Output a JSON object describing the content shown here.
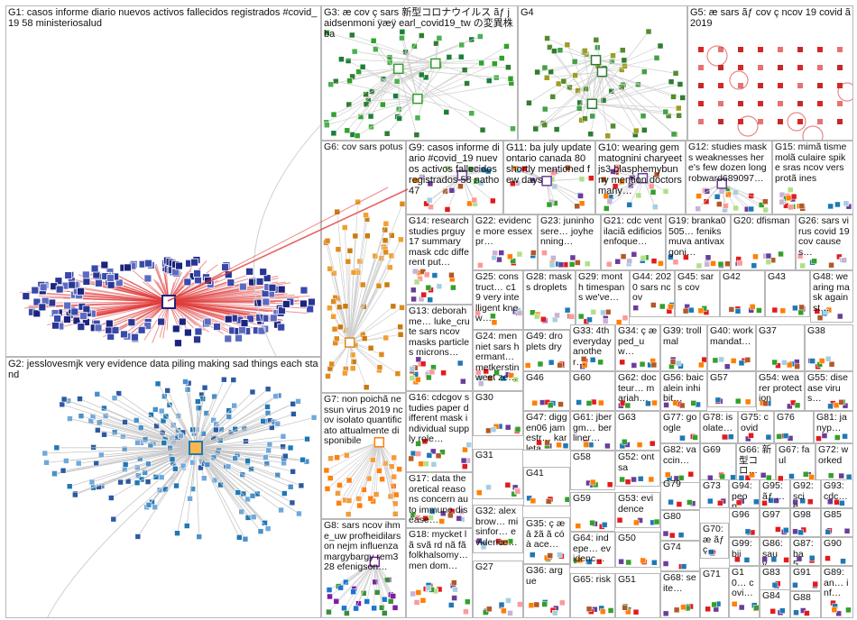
{
  "graph": {
    "groups": [
      {
        "id": "G1",
        "label": "G1: casos informe diario nuevos activos fallecidos registrados #covid_19 58 ministeriosalud"
      },
      {
        "id": "G2",
        "label": "G2: jesslovesmjk very evidence data piling making sad things each stand"
      },
      {
        "id": "G3",
        "label": "G3: æ cov ç sars 新型コロナウイルス ãƒ jaidsenmoni ÿæÿ earl_covid19_tw の変異株 ba"
      },
      {
        "id": "G4",
        "label": "G4"
      },
      {
        "id": "G5",
        "label": "G5: æ sars ãƒ cov ç ncov 19 covid ã 2019"
      },
      {
        "id": "G6",
        "label": "G6: cov sars potus"
      },
      {
        "id": "G7",
        "label": "G7: non poichã nessun virus 2019 ncov isolato quantificato attualmente disponibile"
      },
      {
        "id": "G8",
        "label": "G8: sars ncov ihme_uw profheidilarson nejm influenza margybargy rem328 efenigson…"
      },
      {
        "id": "G9",
        "label": "G9: casos informe diario #covid_19 nuevos activos fallecidos registrados 58 natho47"
      },
      {
        "id": "G10",
        "label": "G10: wearing gemmatognini charyeetjs3 blasphemybunny mention doctors many…"
      },
      {
        "id": "G11",
        "label": "G11: ba july update ontario canada 80 shortly mentioned few days"
      },
      {
        "id": "G12",
        "label": "G12: studies masks weaknesses here's few dozen long robward689097…"
      },
      {
        "id": "G13",
        "label": "G13: deborahme… luke_crute sars ncov masks particles microns…"
      },
      {
        "id": "G14",
        "label": "G14: research studies prguy17 summary mask cdc different put…"
      },
      {
        "id": "G15",
        "label": "G15: mimã tisme molã culaire spike sras ncov vers protã ines"
      },
      {
        "id": "G16",
        "label": "G16: cdcgov studies paper different mask individual supply role…"
      },
      {
        "id": "G17",
        "label": "G17: data theoretical reasons concern auto immune disease…"
      },
      {
        "id": "G18",
        "label": "G18: mycket lã svã rd nã fã folkhalsomy… men dom…"
      },
      {
        "id": "G19",
        "label": "G19: branka0505… feniksmuva antivaxgoni…"
      },
      {
        "id": "G20",
        "label": "G20: dfisman"
      },
      {
        "id": "G21",
        "label": "G21: cdc ventilaciã edificios enfoque…"
      },
      {
        "id": "G22",
        "label": "G22: evidence more essexpr…"
      },
      {
        "id": "G23",
        "label": "G23: juninhosere… joyhenning…"
      },
      {
        "id": "G24",
        "label": "G24: men niet sars hermant… metkerstin weet ze…"
      },
      {
        "id": "G25",
        "label": "G25: construct… c19 very intelligent knew…"
      },
      {
        "id": "G26",
        "label": "G26: sars virus covid 19 cov causes…"
      },
      {
        "id": "G27",
        "label": "G27"
      },
      {
        "id": "G28",
        "label": "G28: masks droplets"
      },
      {
        "id": "G29",
        "label": "G29: month timespans we've…"
      },
      {
        "id": "G30",
        "label": "G30"
      },
      {
        "id": "G31",
        "label": "G31"
      },
      {
        "id": "G32",
        "label": "G32: alexbrow… misinfor… evidence…"
      },
      {
        "id": "G33",
        "label": "G33: 4th everyday another…"
      },
      {
        "id": "G34",
        "label": "G34: ç æ ped_uw…"
      },
      {
        "id": "G35",
        "label": "G35: ç æ â žã ã cóà ace…"
      },
      {
        "id": "G36",
        "label": "G36: argue"
      },
      {
        "id": "G37",
        "label": "G37"
      },
      {
        "id": "G38",
        "label": "G38"
      },
      {
        "id": "G39",
        "label": "G39: troll mal"
      },
      {
        "id": "G40",
        "label": "G40: work mandat…"
      },
      {
        "id": "G41",
        "label": "G41"
      },
      {
        "id": "G42",
        "label": "G42"
      },
      {
        "id": "G43",
        "label": "G43"
      },
      {
        "id": "G44",
        "label": "G44: 2020 sars ncov"
      },
      {
        "id": "G45",
        "label": "G45: sars cov"
      },
      {
        "id": "G46",
        "label": "G46"
      },
      {
        "id": "G47",
        "label": "G47: diggen06 jamestr… karleta"
      },
      {
        "id": "G48",
        "label": "G48: wearing mask against…"
      },
      {
        "id": "G49",
        "label": "G49: droplets dry"
      },
      {
        "id": "G50",
        "label": "G50"
      },
      {
        "id": "G51",
        "label": "G51"
      },
      {
        "id": "G52",
        "label": "G52: ont sa"
      },
      {
        "id": "G53",
        "label": "G53: evidence"
      },
      {
        "id": "G54",
        "label": "G54: wearer protection"
      },
      {
        "id": "G55",
        "label": "G55: disease virus…"
      },
      {
        "id": "G56",
        "label": "G56: baicalein inhibit…"
      },
      {
        "id": "G57",
        "label": "G57"
      },
      {
        "id": "G58",
        "label": "G58"
      },
      {
        "id": "G59",
        "label": "G59"
      },
      {
        "id": "G60",
        "label": "G60"
      },
      {
        "id": "G61",
        "label": "G61: jbergm… berliner…"
      },
      {
        "id": "G62",
        "label": "G62: docteur… mariah…"
      },
      {
        "id": "G63",
        "label": "G63"
      },
      {
        "id": "G64",
        "label": "G64: indepe… evidenc…"
      },
      {
        "id": "G65",
        "label": "G65: risk"
      },
      {
        "id": "G66",
        "label": "G66: 新型コロ…"
      },
      {
        "id": "G67",
        "label": "G67: faul"
      },
      {
        "id": "G68",
        "label": "G68: seite…"
      },
      {
        "id": "G69",
        "label": "G69"
      },
      {
        "id": "G70",
        "label": "G70: æ ãƒ ç…"
      },
      {
        "id": "G71",
        "label": "G71"
      },
      {
        "id": "G72",
        "label": "G72: worked"
      },
      {
        "id": "G73",
        "label": "G73"
      },
      {
        "id": "G74",
        "label": "G74"
      },
      {
        "id": "G75",
        "label": "G75: covid"
      },
      {
        "id": "G76",
        "label": "G76"
      },
      {
        "id": "G77",
        "label": "G77: google"
      },
      {
        "id": "G78",
        "label": "G78: isolate…"
      },
      {
        "id": "G79",
        "label": "G79"
      },
      {
        "id": "G80",
        "label": "G80"
      },
      {
        "id": "G81",
        "label": "G81: janyp…"
      },
      {
        "id": "G82",
        "label": "G82: vaccin…"
      },
      {
        "id": "G83",
        "label": "G83"
      },
      {
        "id": "G84",
        "label": "G84"
      },
      {
        "id": "G85",
        "label": "G85"
      },
      {
        "id": "G86",
        "label": "G86: sauv…"
      },
      {
        "id": "G87",
        "label": "G87: ba5…"
      },
      {
        "id": "G88",
        "label": "G88"
      },
      {
        "id": "G89",
        "label": "G89: an… inf…"
      },
      {
        "id": "G90",
        "label": "G90"
      },
      {
        "id": "G91",
        "label": "G91"
      },
      {
        "id": "G92",
        "label": "G92: scie…"
      },
      {
        "id": "G93",
        "label": "G93: cdc…"
      },
      {
        "id": "G94",
        "label": "G94: peop…"
      },
      {
        "id": "G95",
        "label": "G95: ãƒ …"
      },
      {
        "id": "G96",
        "label": "G96"
      },
      {
        "id": "G97",
        "label": "G97"
      },
      {
        "id": "G98",
        "label": "G98"
      },
      {
        "id": "G99",
        "label": "G99: bii"
      },
      {
        "id": "G100",
        "label": "G10… covi…"
      }
    ],
    "colors": {
      "border": "#b8b8b8",
      "edge_default": "#c8c8c8",
      "edge_g1": "#e03c3c",
      "node_g1": "#1a237e",
      "node_g2": "#1f78b4",
      "node_g3": "#33a02c",
      "node_g4": "#2e7d32",
      "node_g5": "#d62728",
      "node_g6": "#e08a1e",
      "node_g7": "#ff7f0e",
      "node_misc": "#6a3d9a"
    }
  }
}
